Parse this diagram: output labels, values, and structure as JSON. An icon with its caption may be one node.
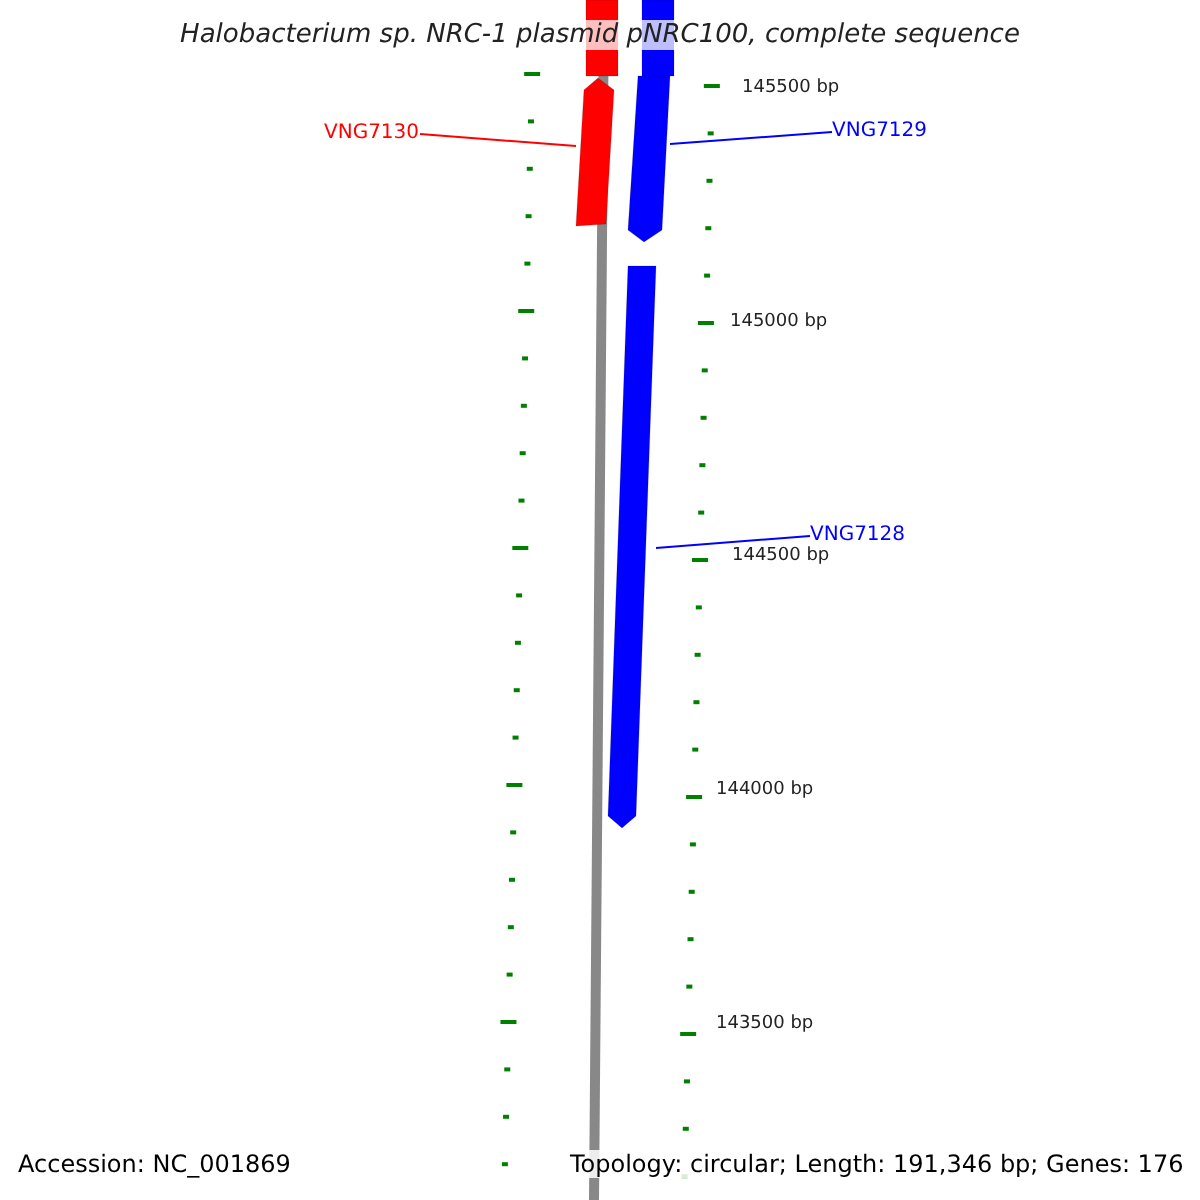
{
  "diagram": {
    "title": "Halobacterium sp. NRC-1 plasmid pNRC100, complete sequence",
    "nodes": [
      {
        "text": [],
        "shape": "bar"
      },
      {
        "text": [],
        "shape": "bar"
      },
      {
        "text": [
          "VNG7130"
        ]
      },
      {
        "text": [],
        "shape": "bar"
      },
      {
        "text": [
          "VNG7129"
        ]
      },
      {
        "text": [],
        "shape": "bar"
      },
      {
        "text": [
          "VNG7128"
        ]
      },
      {
        "text": [],
        "shape": "bar"
      }
    ],
    "edges": [
      {
        "from": 2,
        "to": 3,
        "arrow": "none",
        "color": "#ff0000"
      },
      {
        "from": 4,
        "to": 5,
        "arrow": "none"
      },
      {
        "from": 6,
        "to": 7,
        "arrow": "none"
      }
    ],
    "labels": [
      "145500 bp",
      "145000 bp",
      "144500 bp",
      "144000 bp",
      "143500 bp",
      "Accession: NC_001869",
      "Topology: circular; Length: 191,346 bp; Genes: 176"
    ]
  }
}
